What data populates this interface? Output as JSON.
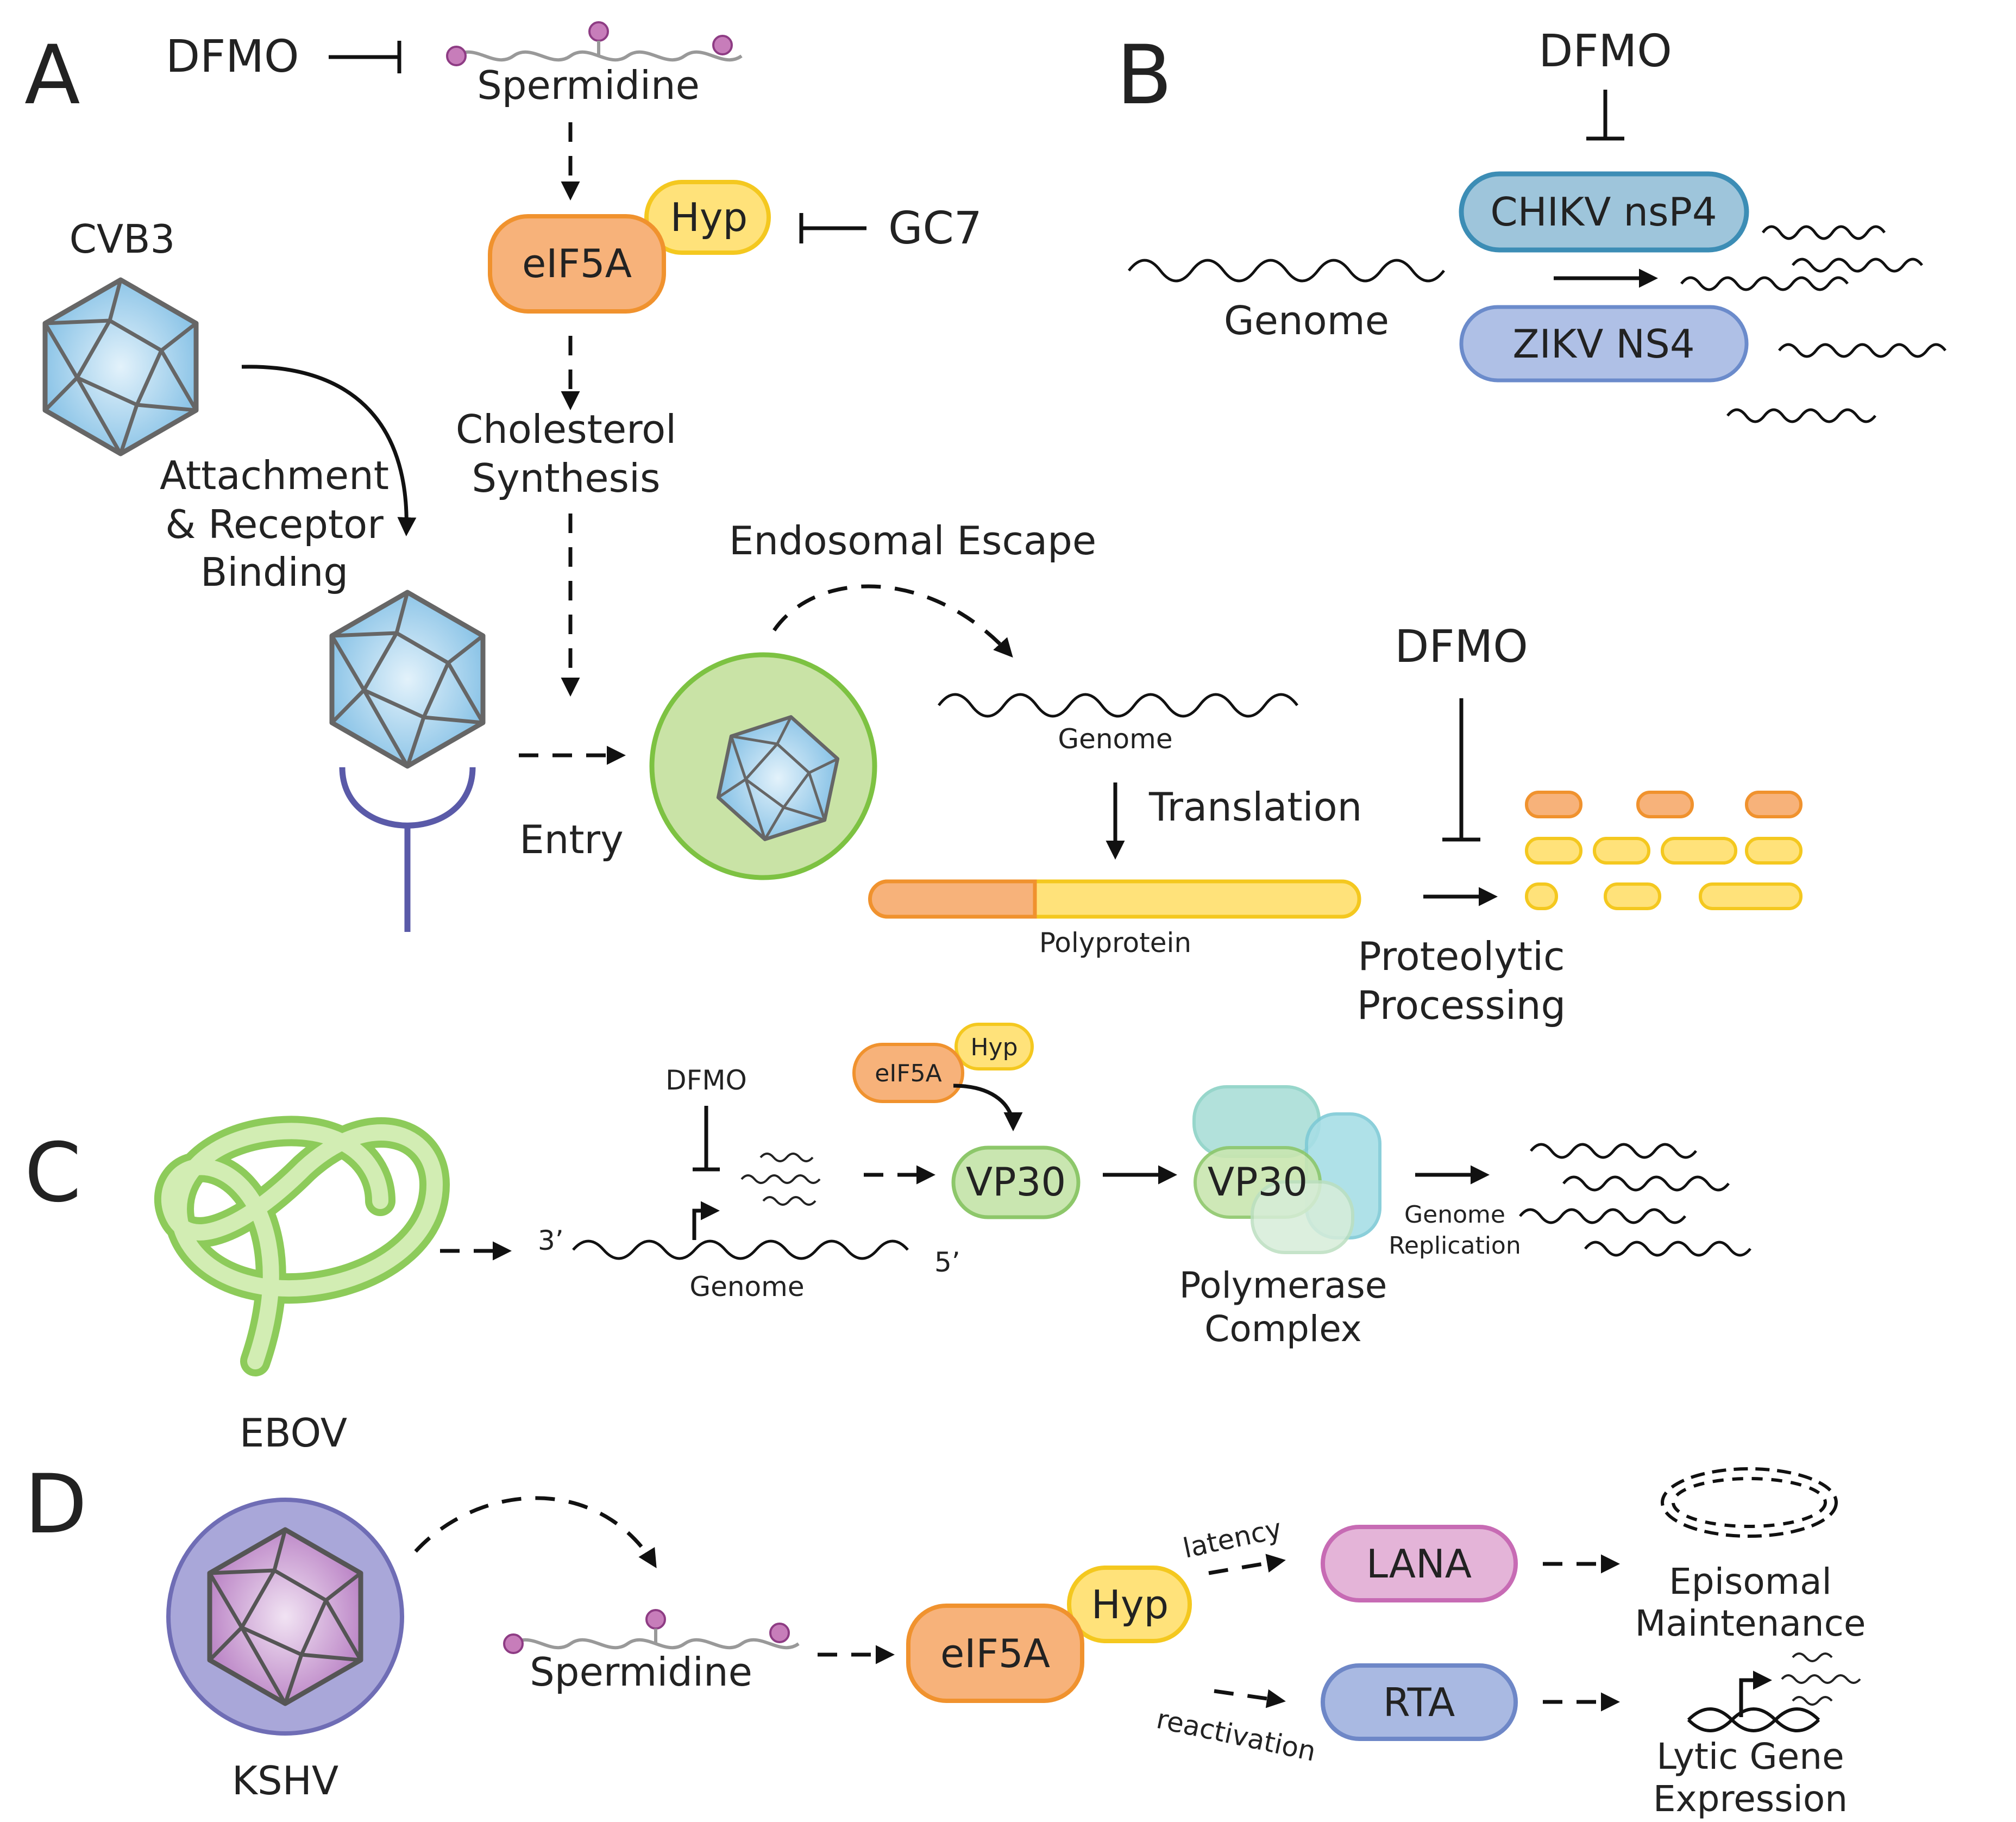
{
  "panels": [
    "A",
    "B",
    "C",
    "D"
  ],
  "panel_a": {
    "dfmo": "DFMO",
    "spermidine": "Spermidine",
    "eif5a": "eIF5A",
    "hyp": "Hyp",
    "gc7": "GC7",
    "cholesterol_line1": "Cholesterol",
    "cholesterol_line2": "Synthesis",
    "virus": "CVB3",
    "attach_line1": "Attachment",
    "attach_line2": "& Receptor",
    "attach_line3": "Binding",
    "entry": "Entry",
    "endosomal_escape": "Endosomal Escape",
    "genome": "Genome",
    "translation": "Translation",
    "polyprotein": "Polyprotein",
    "dfmo_2": "DFMO",
    "proteolytic_line1": "Proteolytic",
    "proteolytic_line2": "Processing"
  },
  "panel_b": {
    "dfmo": "DFMO",
    "chikv": "CHIKV nsP4",
    "zikv": "ZIKV NS4",
    "genome": "Genome"
  },
  "panel_c": {
    "dfmo": "DFMO",
    "eif5a": "eIF5A",
    "hyp": "Hyp",
    "vp30": "VP30",
    "vp30_complex": "VP30",
    "three_prime": "3’",
    "five_prime": "5’",
    "genome": "Genome",
    "polymerase_line1": "Polymerase",
    "polymerase_line2": "Complex",
    "replication_line1": "Genome",
    "replication_line2": "Replication",
    "virus": "EBOV"
  },
  "panel_d": {
    "virus": "KSHV",
    "spermidine": "Spermidine",
    "eif5a": "eIF5A",
    "hyp": "Hyp",
    "latency": "latency",
    "reactivation": "reactivation",
    "lana": "LANA",
    "rta": "RTA",
    "episomal_line1": "Episomal",
    "episomal_line2": "Maintenance",
    "lytic_line1": "Lytic Gene",
    "lytic_line2": "Expression"
  },
  "colors": {
    "eif5a_fill": "#F7B27A",
    "eif5a_stroke": "#F0922E",
    "hyp_fill": "#FFE27A",
    "hyp_stroke": "#F4C81F",
    "capsid_fill": "#A7D3EE",
    "capsid_stroke": "#666666",
    "endosome_fill": "#C9E3A6",
    "endosome_stroke": "#7DC242",
    "receptor": "#5A5AA8",
    "spermidine_bead": "#C77DBA",
    "chikv_fill": "#9EC5DB",
    "chikv_stroke": "#3C8DB5",
    "zikv_fill": "#AFC0E6",
    "zikv_stroke": "#6B8BCB",
    "vp30_fill": "#C9E6B0",
    "vp30_stroke": "#8DC76A",
    "ebov": "#8DCB5A",
    "kshv_outer": "#A9A7D9",
    "kshv_capsid": "#C9A3D1",
    "lana_fill": "#E4B4D8",
    "lana_stroke": "#C76BB4",
    "rta_fill": "#A9B9E2",
    "rta_stroke": "#6E87C7"
  },
  "icons": [
    "capsid-icon",
    "receptor-icon",
    "endosome-icon",
    "spermidine-chain-icon",
    "filovirus-icon",
    "herpesvirus-icon",
    "episome-dna-icon",
    "promoter-arrow-icon"
  ]
}
